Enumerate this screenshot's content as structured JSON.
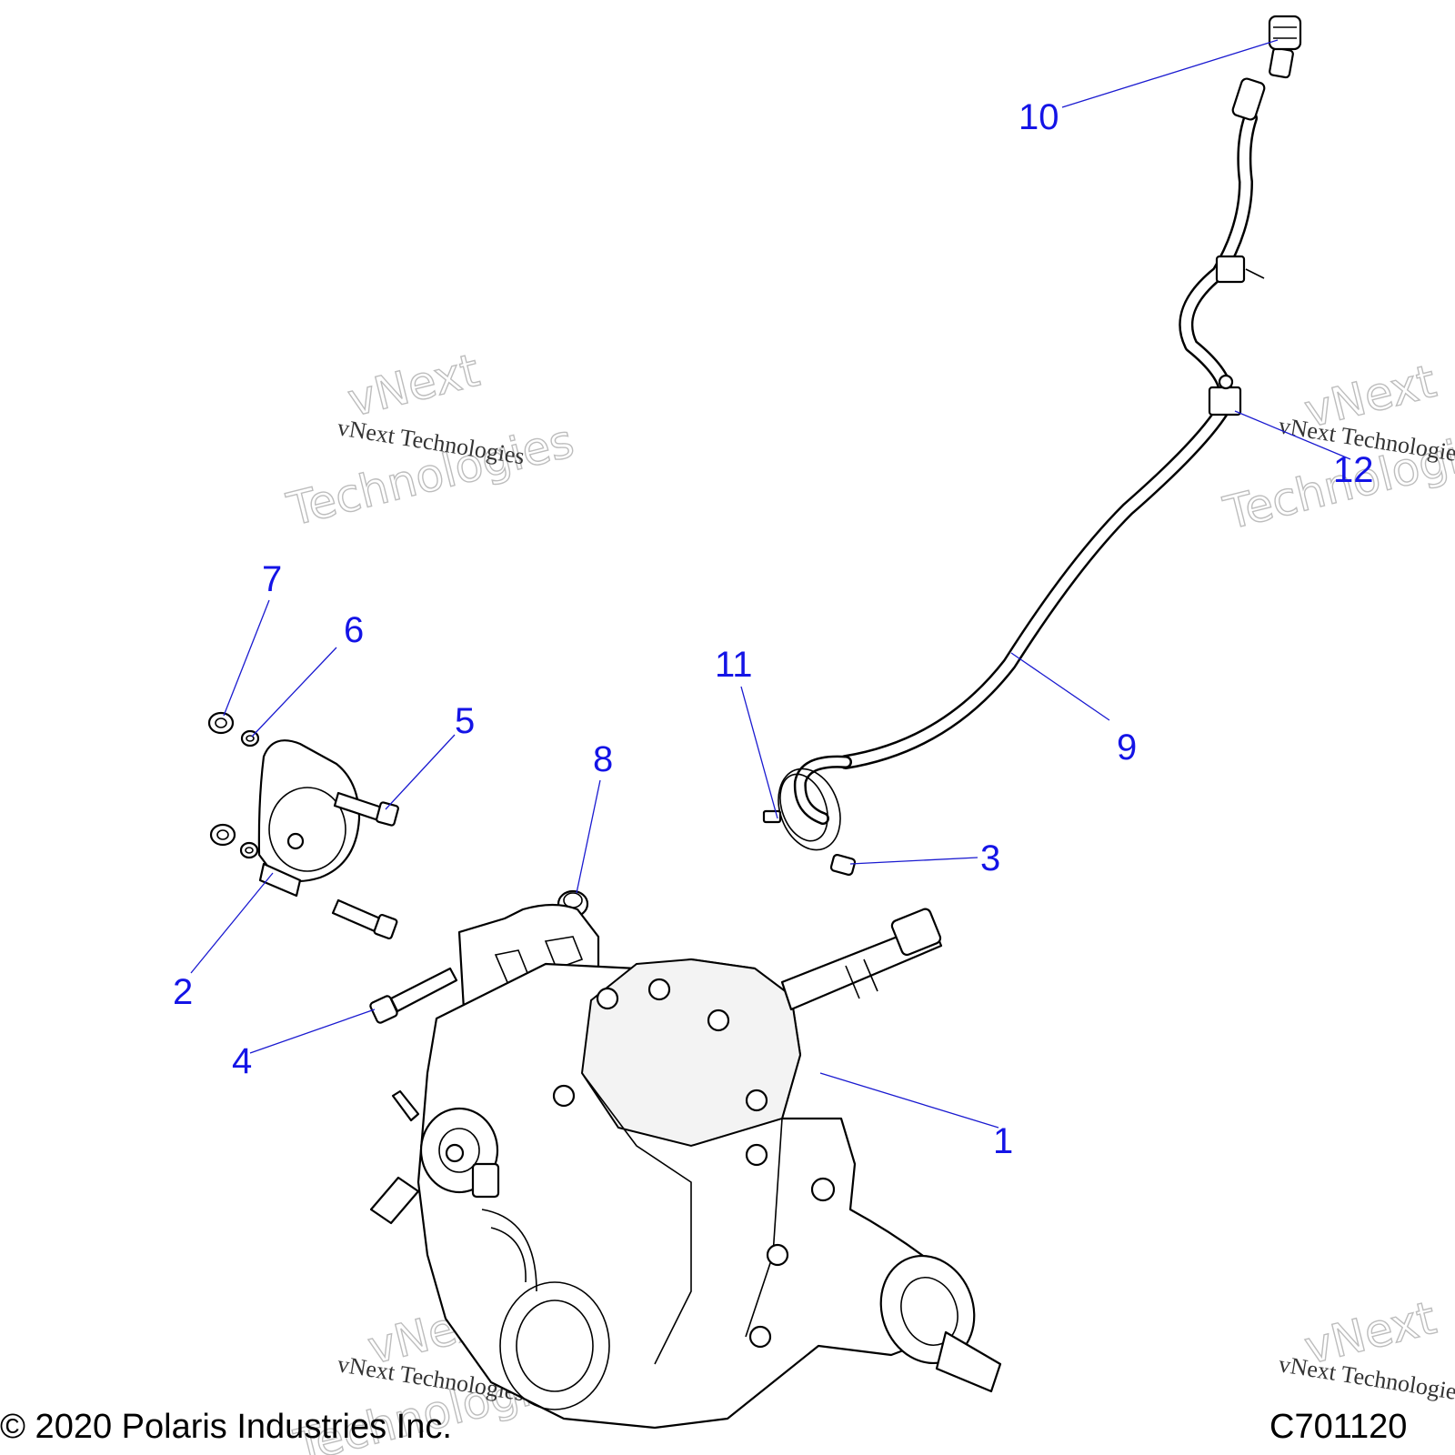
{
  "callouts": [
    {
      "label": "1"
    },
    {
      "label": "2"
    },
    {
      "label": "3"
    },
    {
      "label": "4"
    },
    {
      "label": "5"
    },
    {
      "label": "6"
    },
    {
      "label": "7"
    },
    {
      "label": "8"
    },
    {
      "label": "9"
    },
    {
      "label": "10"
    },
    {
      "label": "11"
    },
    {
      "label": "12"
    }
  ],
  "watermark": {
    "line1": "vNext",
    "line2": "Technologies",
    "caption": "vNext Technologies"
  },
  "footer": {
    "copyright": "© 2020 Polaris Industries Inc.",
    "drawing_number": "C701120"
  },
  "colors": {
    "callout": "#1414e6",
    "leader": "#1a1ad0",
    "line_art": "#000000"
  }
}
